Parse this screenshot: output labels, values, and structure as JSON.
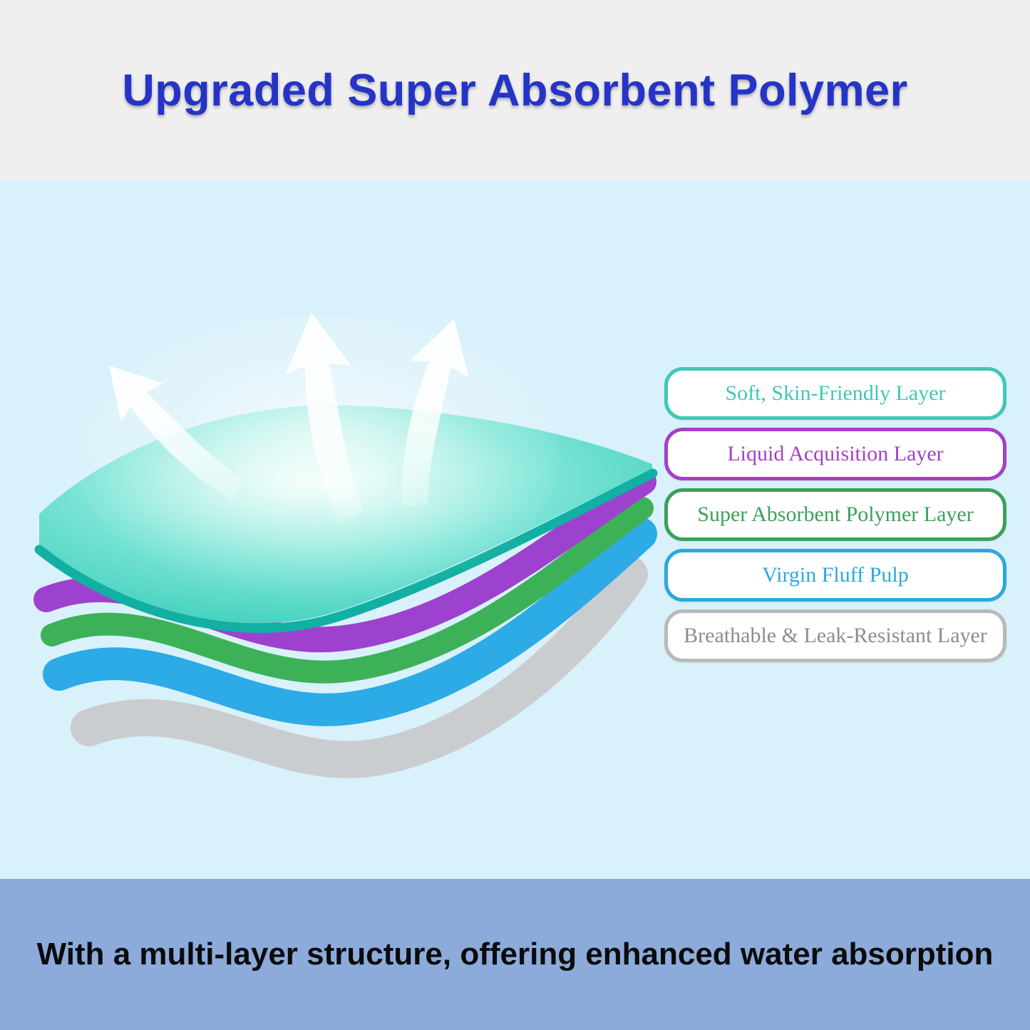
{
  "header": {
    "title": "Upgraded Super Absorbent Polymer"
  },
  "footer": {
    "text": "With a multi-layer structure, offering enhanced water absorption"
  },
  "colors": {
    "title": "#2534c6",
    "header_bg": "#efefef",
    "body_bg": "#d9f1fa",
    "footer_bg": "#8cabdb",
    "footer_text": "#0b0b0b"
  },
  "labels": [
    {
      "text": "Soft, Skin-Friendly Layer",
      "color": "#3fc8b5",
      "border": "#3fc8b5"
    },
    {
      "text": "Liquid Acquisition Layer",
      "color": "#a43fc7",
      "border": "#a43fc7"
    },
    {
      "text": "Super Absorbent Polymer Layer",
      "color": "#3ca05a",
      "border": "#3ca05a"
    },
    {
      "text": "Virgin Fluff Pulp",
      "color": "#2aa8e0",
      "border": "#2aa8e0"
    },
    {
      "text": "Breathable & Leak-Resistant Layer",
      "color": "#8d8d8d",
      "border": "#b9b9b9"
    }
  ],
  "diagram": {
    "colors": {
      "sheet_light": "#ecfdf9",
      "sheet_mid": "#7fe6d7",
      "sheet_deep": "#2fc9b6",
      "sheet_edge": "#12b0a2",
      "acquisition": "#9d42ce",
      "sap": "#3db158",
      "fluff": "#2cabe6",
      "shadow": "#c7c7c7",
      "glow": "#ffffff",
      "arrow": "#ffffff"
    }
  }
}
